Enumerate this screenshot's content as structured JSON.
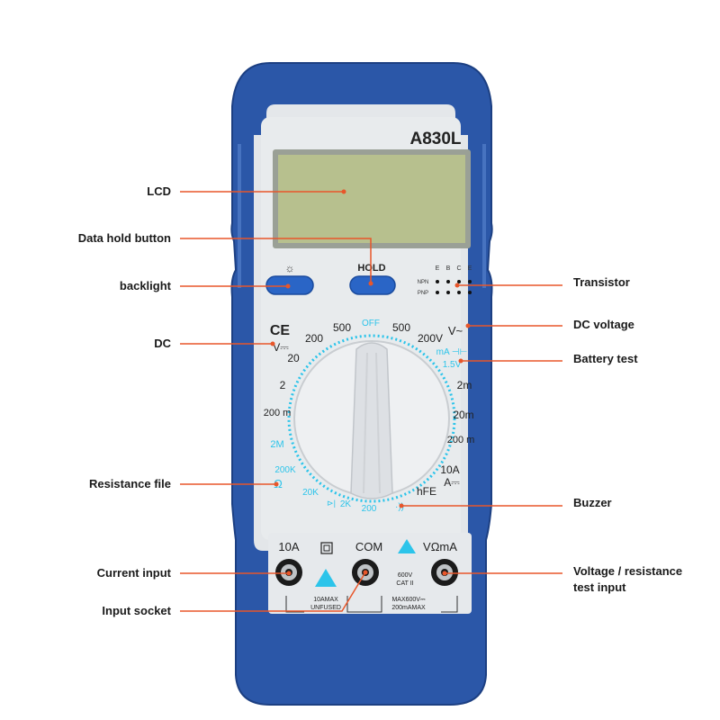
{
  "device": {
    "model": "A830L",
    "hold_button_label": "HOLD",
    "backlight_symbol": "☼",
    "ce_mark": "CE",
    "transistor_socket": {
      "pins": [
        "E",
        "B",
        "C",
        "E"
      ],
      "rows": [
        "NPN",
        "PNP"
      ]
    },
    "dial": {
      "off_label": "OFF",
      "dc_voltage_symbol": "V⎓",
      "dc_voltage_ranges": [
        "20",
        "200",
        "500"
      ],
      "ac_voltage_symbol": "V~",
      "ac_voltage_ranges": [
        "500",
        "200V"
      ],
      "battery_test": [
        "mA ⊣⊢",
        "1.5V"
      ],
      "dc_current_ranges": [
        "2m",
        "20m",
        "200 m",
        "10A"
      ],
      "dc_current_symbol": "A⎓",
      "hfe_label": "hFE",
      "buzzer_symbol": "·))",
      "resistance_ranges": [
        "200",
        "2K",
        "20K",
        "200K",
        "2M"
      ],
      "left_ranges": [
        "2",
        "200 m"
      ],
      "ohm_symbol": "Ω",
      "diode_symbol": "⊳|"
    },
    "terminals": {
      "tenA_label": "10A",
      "com_label": "COM",
      "vma_label": "VΩmA",
      "fuse_note": [
        "10AMAX",
        "UNFUSED"
      ],
      "cat_note": [
        "600V",
        "CAT II"
      ],
      "max_note": [
        "MAX600V⎓",
        "200mAMAX"
      ]
    },
    "colors": {
      "body_blue": "#2b57a8",
      "panel_gray": "#e2e5e8",
      "lcd_green": "#b7c08e",
      "accent_cyan": "#2cc4ea",
      "callout_line": "#e8562a"
    }
  },
  "callouts": {
    "lcd": "LCD",
    "data_hold_button": "Data hold button",
    "backlight": "backlight",
    "dc": "DC",
    "resistance_file": "Resistance file",
    "current_input": "Current input",
    "input_socket": "Input socket",
    "transistor": "Transistor",
    "dc_voltage": "DC voltage",
    "battery_test": "Battery test",
    "buzzer": "Buzzer",
    "voltage_resistance_input": [
      "Voltage / resistance",
      "test input"
    ]
  }
}
